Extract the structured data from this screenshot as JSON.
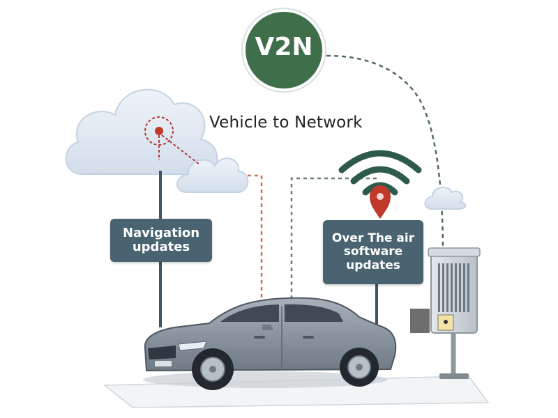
{
  "badge": {
    "text": "V2N",
    "color": "#3f6e4a"
  },
  "heading": "Vehicle to Network",
  "labels": {
    "navigation": "Navigation updates",
    "ota": "Over The air software updates"
  },
  "colors": {
    "label_bg": "#4a6370",
    "signal": "#2d5a4d",
    "pin": "#c0392b",
    "dashed_orange": "#c8734a",
    "dashed_gray": "#6b7b80",
    "car_body": "#8e98a3"
  },
  "icons": [
    "cloud-icon",
    "location-pin-icon",
    "wifi-signal-icon",
    "network-server-icon",
    "car-icon"
  ]
}
